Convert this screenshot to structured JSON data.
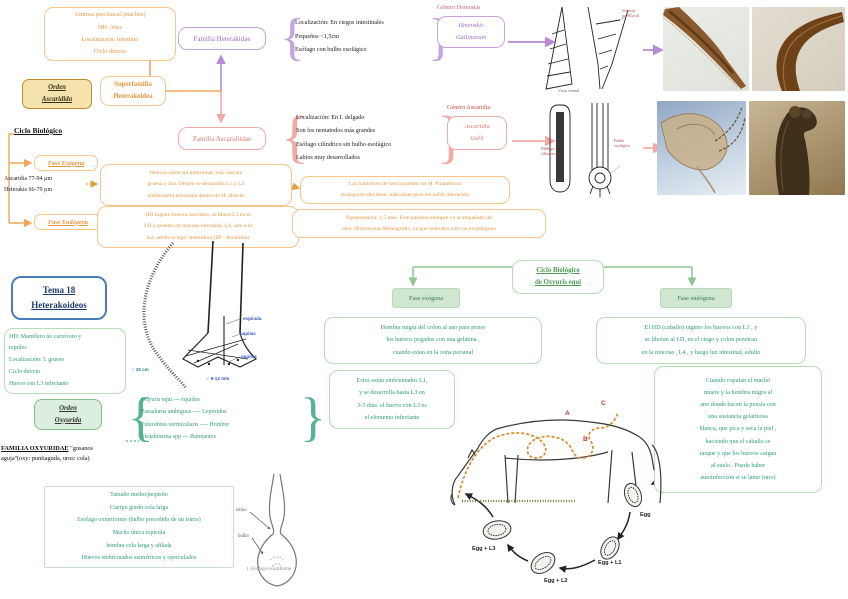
{
  "palette": {
    "orange": "#E8963E",
    "purple": "#A06CC5",
    "pink": "#E07B72",
    "red": "#CC4B3D",
    "magenta": "#C2638F",
    "green": "#4C9B50",
    "teal": "#2E9B7A",
    "navy": "#1F3A6E",
    "blue_label": "#3355BB",
    "tan_fill": "#F5E3AE",
    "tan_border": "#BE8A2A",
    "green_fill": "#CFE7D0"
  },
  "ascaridida": {
    "traits": "Ventosa precloacal (machos)\nHH: Aves\nLocalización: Intestino\nCiclo directo",
    "orden": "Orden\nAscaridida",
    "superfamilia": "Superfamilia\nHeterakoidea",
    "heterakidae": {
      "familia": "Familia Heterakidae",
      "traits": "Localización: En ciegos intestinales\nPequeños <1,5cm\nEsófago con bulbo esofágico",
      "genero": "Género Heterakis",
      "especie": "Heterakis\nGallinarum"
    },
    "ascaridiidae": {
      "familia": "Familia Ascaridiidae",
      "traits": "Localización: En I. delgado\nSon los nematodos más grandes\nEsófago cilíndrico sin bulbo esofágico\nLabios muy desarrollados",
      "genero": "Género Ascaridia",
      "especie": "Ascaridia\nGalli"
    }
  },
  "ciclo_heterakis": {
    "title": "Ciclo Biológico",
    "fase_exogena": "Fase Exógena",
    "medidas": "Ascaridia 77-94 µm\nHeterakis  66-79 µm",
    "fase_endogena": "Fase Endógena",
    "exo_box": "Huevos salen sin embrionar, con cáscara\ngruesa y lisa. Dentro se desarrolla L1 y L2\n(infectante) eclosiona dentro de H. directo",
    "endo_box": "HD ingiere huevos larvados, se libera L3 en el\nI.D y penetra en mucosa intestinal, L4, sale a la\nluz, adulto (ciego -heterakis) (ID - Ascaridia)",
    "paratenicos": "Las lombrices de tierra pueden ser H. Paraténicos\n(transporte del elem. infectante pero sin sufrir alteración",
    "prepatencia": "P.prepatencia: 1,5 mes. Este parásito siempre va acompañado de\notro: Histomonas Meleagridis, ya que heterakis solo no es patógeno"
  },
  "tema": {
    "title": "Tema 18\nHeterakoideos",
    "hd_info": "HD: Mamífero no carnívoro y\nreptiles\nLocalización: I. grueso\nCiclo directo\nHuevo con L3 infectante",
    "orden": "Orden\nOxyurida",
    "familia_bold": "FAMILIA OXYURIDAE",
    "familia_rest": " \"gusanos\naguja''(oxy: puntiaguda, uros: cola)",
    "especies": "Oxyuris equi --- équidos\nPassalurus ambiguus ---- Lepóridos\nEnterobius vermicularis ---- Hombre\nSkrjabinema spp --- Rumiantes",
    "caracteristicas": "Tamaño medio/pequeño\nCuerpo gordo cola larga\nEsófago oxiuriforme (bulbo precedido de un istmo)\nMacho única espícula\nhembra cola larga y afilada\nHuevos embrionados asimétricos y operculados"
  },
  "oxyuris": {
    "title": "Ciclo Biológico\nde Oxyuris equi",
    "fase_exogena": "Fase exógena",
    "fase_endogena": "Fase endógena",
    "hembra": "Hembra migra del colon al ano para poner\nlos huevos pegados con una gelatina ,\ncuando estan en la zona perianal",
    "embrionados": "Estos están embrionados L1,\ny se desarrolla hasta L3 en\n3-5 días. el huevo con L3 es\nel elemento infectante",
    "hd": "El HD (caballo) ingiere los huevos con L3 , y\nse liberan al I.D, en el ciego y colon penetran\nen la mucosa , L4 , y luego luz intestinal, adulto",
    "copula": "Cuando copulan el macho\nmuere  y la hembra migra al\nano  donde hacen la puesta con\nuna sustancia gelatinosa\nblanca, que pica y seca la piel ,\nhaciendo que el caballo se\nrasque y que los huevos caigan\nal suelo . Puede haber\nautoinfección si se lame (raro)"
  },
  "figures": {
    "male_tail": {
      "espicula": "espícula",
      "papilas_1": "papilas",
      "papilas_2": "papilas",
      "hembra": "♀ 10 cm",
      "macho": "♂ 9-12 mm"
    },
    "esofago": {
      "istmo": "istmo",
      "bulbo": "bulbo",
      "caption": "1 -Esófago oxiuriforme"
    },
    "horse_cycle": {
      "egg": "Egg",
      "egg_l1": "Egg + L1",
      "egg_l2": "Egg + L2",
      "egg_l3": "Egg + L3",
      "pt_a": "A",
      "pt_b": "B",
      "pt_c": "C"
    },
    "sketch_labels": {
      "ventosa": "Ventosa\nprecloacal",
      "caption_row1": "Vista ventral",
      "esofago_cil": "Esófago\ncilíndrico",
      "bulbo_esof": "Bulbo\nesofágico"
    }
  },
  "glyphs": {
    "open_brace": "{",
    "close_brace": "}"
  }
}
